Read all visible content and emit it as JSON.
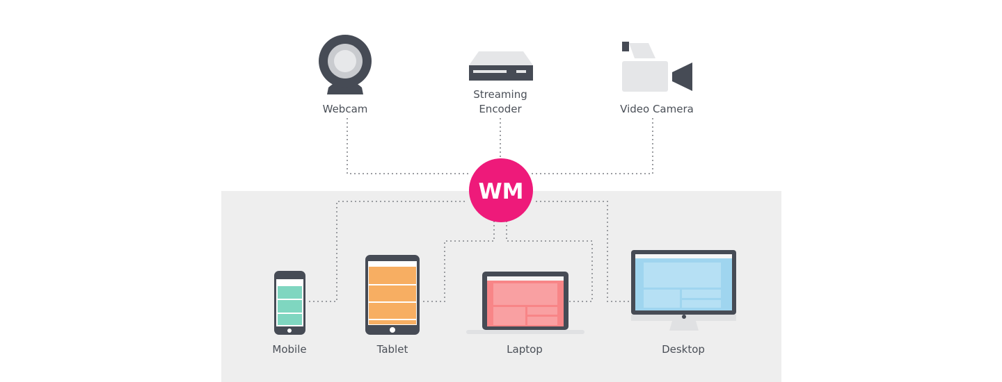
{
  "sources": {
    "webcam": "Webcam",
    "encoder_line1": "Streaming",
    "encoder_line2": "Encoder",
    "video_camera": "Video Camera"
  },
  "hub": {
    "logo_text": "WM",
    "color": "#ee1a7a"
  },
  "devices": {
    "mobile": "Mobile",
    "tablet": "Tablet",
    "laptop": "Laptop",
    "desktop": "Desktop"
  },
  "colors": {
    "panel": "#eeeeee",
    "icon_dark": "#464b55",
    "icon_light": "#e5e6e8",
    "connector": "#9a9ca0",
    "mobile_screen": "#7fd6c0",
    "tablet_screen": "#f7ae62",
    "laptop_screen": "#f88587",
    "desktop_screen": "#9fd5ef"
  }
}
